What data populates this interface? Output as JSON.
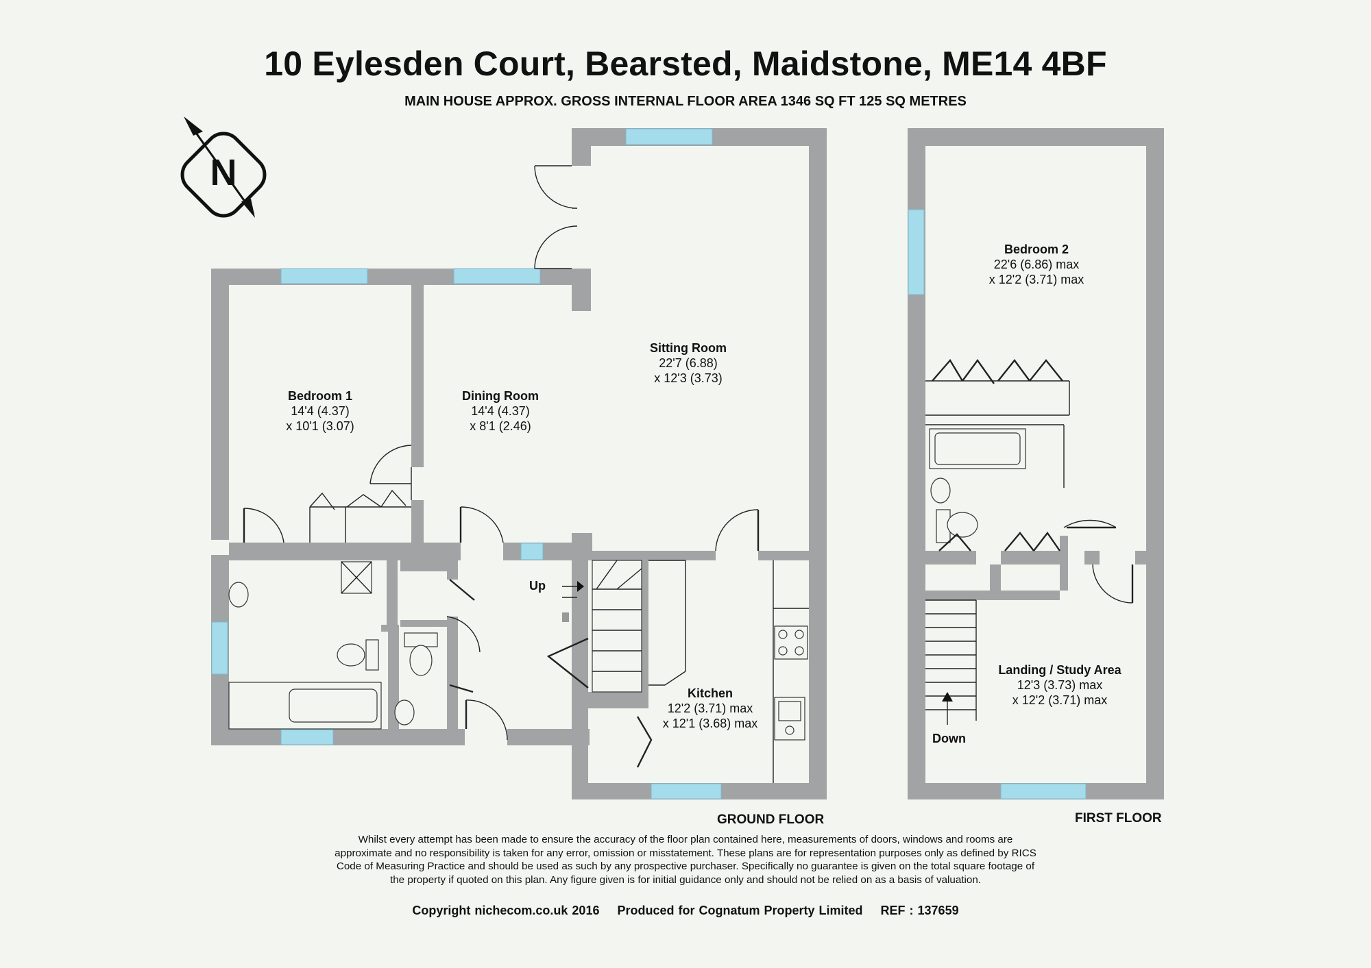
{
  "header": {
    "title": "10 Eylesden Court, Bearsted, Maidstone, ME14 4BF",
    "subtitle": "MAIN HOUSE APPROX. GROSS INTERNAL FLOOR AREA 1346 SQ FT 125 SQ METRES"
  },
  "compass": {
    "letter": "N"
  },
  "ground_floor": {
    "label": "GROUND FLOOR",
    "up_label": "Up",
    "rooms": {
      "bedroom1": {
        "name": "Bedroom 1",
        "dim1": "14'4 (4.37)",
        "dim2": "x 10'1 (3.07)"
      },
      "dining": {
        "name": "Dining Room",
        "dim1": "14'4 (4.37)",
        "dim2": "x 8'1 (2.46)"
      },
      "sitting": {
        "name": "Sitting Room",
        "dim1": "22'7 (6.88)",
        "dim2": "x 12'3 (3.73)"
      },
      "kitchen": {
        "name": "Kitchen",
        "dim1": "12'2 (3.71) max",
        "dim2": "x 12'1 (3.68) max"
      }
    }
  },
  "first_floor": {
    "label": "FIRST FLOOR",
    "down_label": "Down",
    "rooms": {
      "bedroom2": {
        "name": "Bedroom 2",
        "dim1": "22'6 (6.86) max",
        "dim2": "x 12'2 (3.71) max"
      },
      "landing": {
        "name": "Landing / Study Area",
        "dim1": "12'3 (3.73) max",
        "dim2": "x 12'2 (3.71) max"
      }
    }
  },
  "disclaimer": "Whilst every attempt has been made to ensure the accuracy of the floor plan contained here, measurements of doors, windows and rooms are approximate and no responsibility is taken for any error, omission or misstatement. These plans are for representation purposes only as defined by RICS Code of Measuring Practice and should be used as such by any prospective purchaser. Specifically no guarantee is given on the total square footage of the property if quoted on this plan. Any figure given is for initial guidance only and should not be relied on as a basis of valuation.",
  "footer": {
    "copyright": "Copyright nichecom.co.uk 2016",
    "produced": "Produced for Cognatum Property Limited",
    "ref": "REF :  137659"
  },
  "colors": {
    "wall": "#a1a3a4",
    "window": "#a4dcec",
    "line": "#222222",
    "background": "#f3f5f1"
  }
}
